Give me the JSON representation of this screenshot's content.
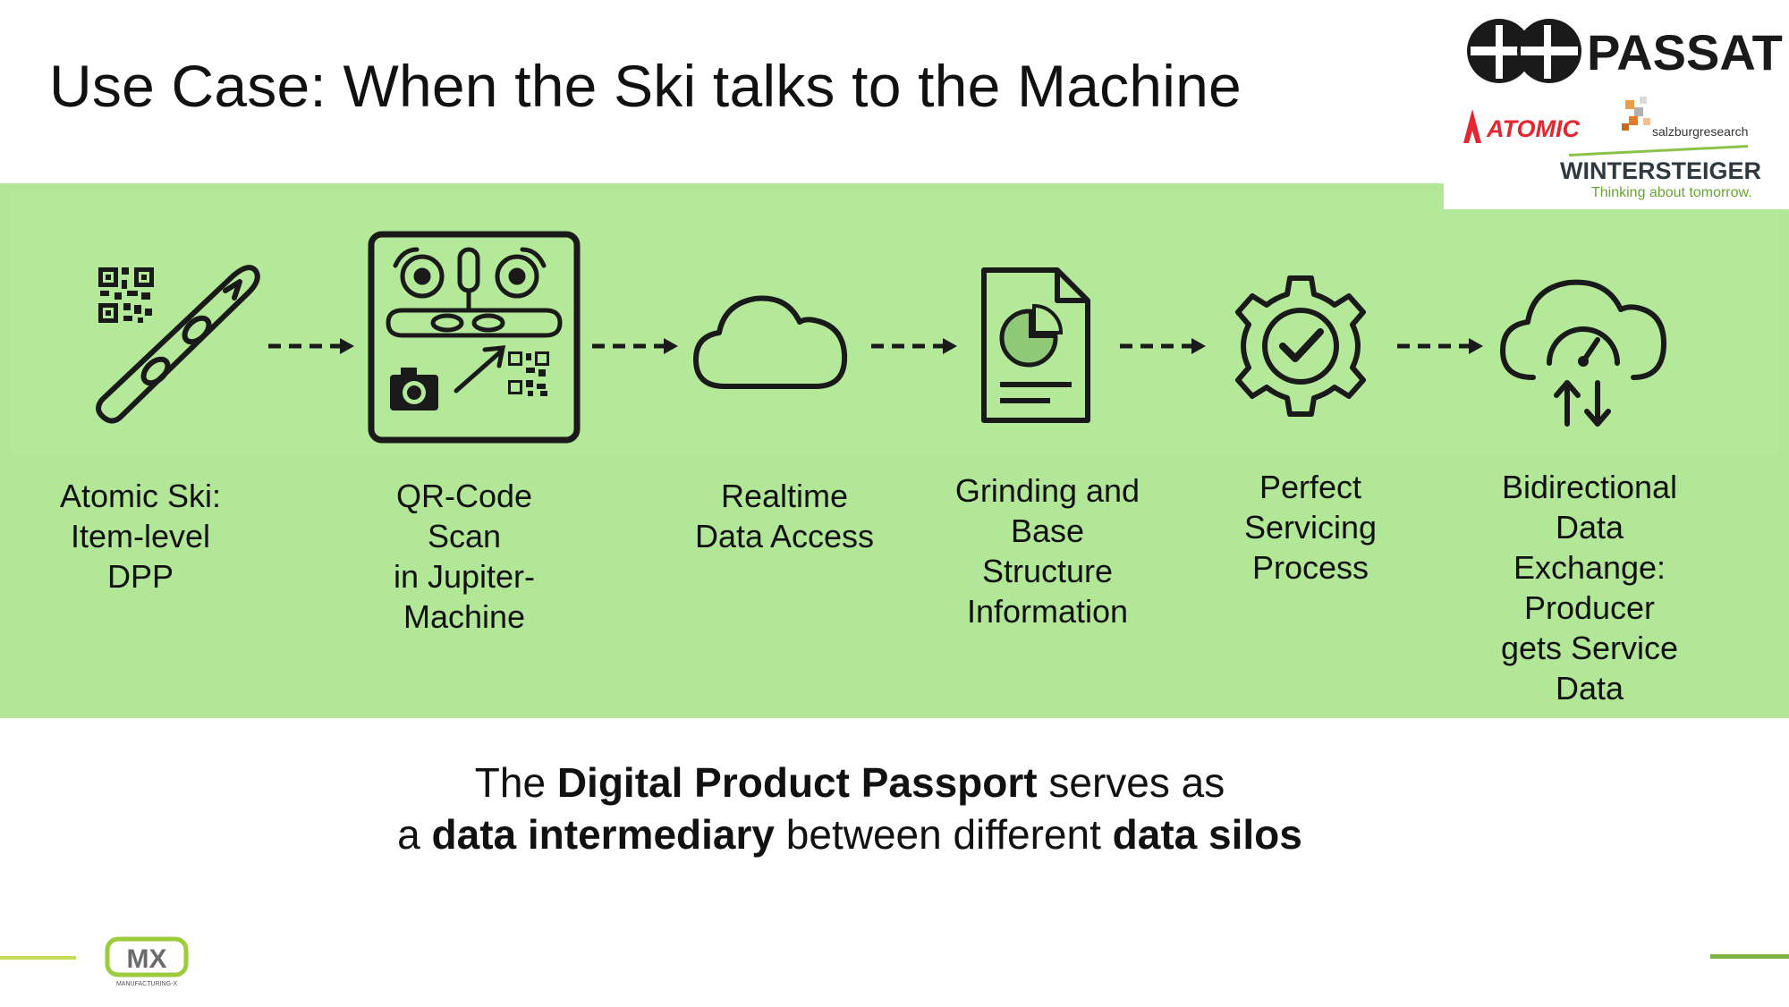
{
  "title": "Use Case: When the Ski talks to the Machine",
  "logos": {
    "passat": "PASSAT",
    "atomic": "ATOMIC",
    "salzburg": "salzburgresearch",
    "wintersteiger": "WINTERSTEIGER",
    "wintersteiger_tagline": "Thinking about tomorrow.",
    "mx_text": "MX",
    "mx_sub": "MANUFACTURING-X"
  },
  "steps": [
    {
      "icon": "ski-qr-icon",
      "lines": [
        "Atomic Ski:",
        "Item-level",
        "DPP"
      ]
    },
    {
      "icon": "machine-scan-icon",
      "lines": [
        "QR-Code",
        "Scan",
        "in Jupiter-",
        "Machine"
      ]
    },
    {
      "icon": "cloud-icon",
      "lines": [
        "Realtime",
        "Data Access"
      ]
    },
    {
      "icon": "document-chart-icon",
      "lines": [
        "Grinding and",
        "Base",
        "Structure",
        "Information"
      ]
    },
    {
      "icon": "gear-check-icon",
      "lines": [
        "Perfect",
        "Servicing",
        "Process"
      ]
    },
    {
      "icon": "cloud-exchange-icon",
      "lines": [
        "Bidirectional",
        "Data",
        "Exchange:",
        "Producer",
        "gets Service",
        "Data"
      ]
    }
  ],
  "caption": {
    "line1": {
      "p1": "The ",
      "b1": "Digital Product Passport",
      "p2": " serves as"
    },
    "line2": {
      "p1": "a ",
      "b1": "data intermediary",
      "p2": " between different ",
      "b2": "data silos"
    }
  },
  "colors": {
    "band": "#b1e796",
    "accent_left": "#c9da5a",
    "accent_right": "#7cb342",
    "atomic_red": "#e3262f",
    "wintersteiger_green": "#8bc34a"
  }
}
